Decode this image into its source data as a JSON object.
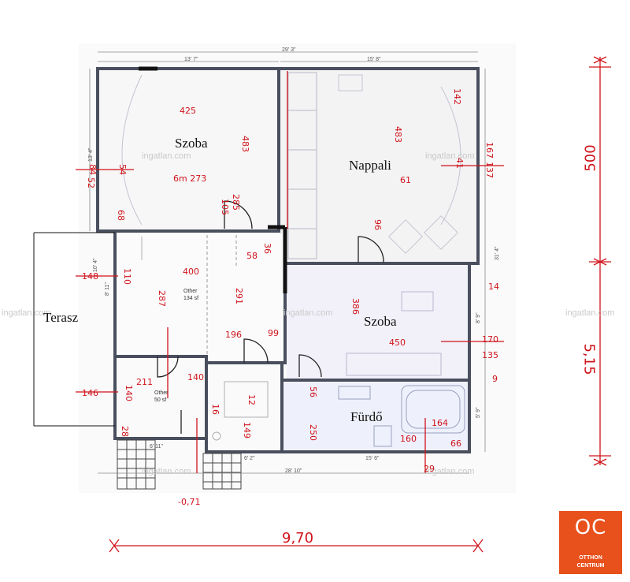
{
  "watermark": "ingatlan.com",
  "rooms": {
    "szoba1": "Szoba",
    "nappali": "Nappali",
    "terasz": "Terasz",
    "szoba2": "Szoba",
    "furdo": "Fürdő"
  },
  "other_labels": {
    "hall_name": "Other",
    "hall_area": "134 sf",
    "small_name": "Other",
    "small_area": "50 sf"
  },
  "printed_dims": {
    "total_width": "29' 3\"",
    "left_width": "13' 7\"",
    "right_width": "15' 8\"",
    "bottom_total": "28' 10\"",
    "bottom_right": "15' 6\"",
    "bottom_small": "6' 2\"",
    "bottom_small2": "6' 11\"",
    "left_top": "13' 4\"",
    "left_mid": "10' 4\"",
    "left_mid2": "8' 11\"",
    "right_top": "31' 4\"",
    "right_mid": "8' 9\"",
    "right_low": "5' 9\""
  },
  "handwritten": {
    "overall_width": "9,70",
    "overall_h_top": "500",
    "overall_h_bottom": "5,15",
    "szoba1_w": "425",
    "szoba1_h": "483",
    "szoba1_area": "6m 273",
    "nappali_h": "483",
    "nappali_area": "61",
    "nappali_side1": "167",
    "nappali_side2": "137",
    "nappali_side3": "41",
    "nappali_top": "142",
    "hall_w": "400",
    "hall_h": "287",
    "hall_h2": "291",
    "szoba2_w": "450",
    "szoba2_h": "386",
    "szoba2_side1": "170",
    "szoba2_side2": "135",
    "szoba2_side3": "14",
    "szoba2_side4": "9",
    "furdo_w": "160",
    "furdo_h": "250",
    "furdo_h2": "66",
    "furdo_bottom": "29",
    "left_110": "110",
    "left_148": "148",
    "left_140": "140",
    "left_146": "146",
    "left_28": "28",
    "small_211": "211",
    "small_140": "140",
    "kitchen_285": "285",
    "kitchen_196": "196",
    "kitchen_16": "16",
    "kitchen_149": "149",
    "door_96": "96",
    "door_58": "58",
    "door_36": "36",
    "door_56": "56",
    "door_105": "105",
    "level": "-0,71",
    "sw1": "54",
    "sw2": "52",
    "sw3": "68",
    "sw4": "84",
    "t_164": "164",
    "t_99": "99",
    "t_12": "12"
  },
  "logo": {
    "mark": "OC",
    "line1": "OTTHON",
    "line2": "CENTRUM"
  },
  "colors": {
    "wall": "#4a4f5e",
    "annotation": "#d0131b",
    "room_fill": "#f2f1fa",
    "brand": "#e8501c"
  }
}
